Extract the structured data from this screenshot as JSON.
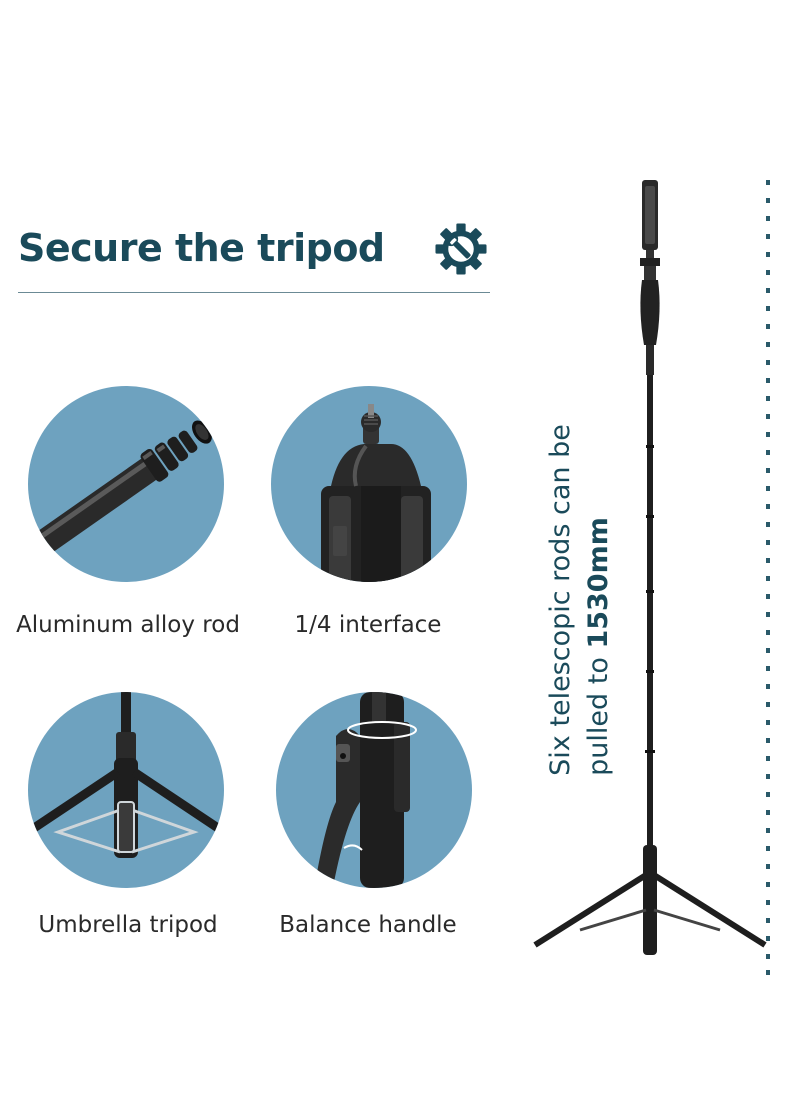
{
  "title": "Secure the tripod",
  "icons": {
    "settings": "gear-wrench-icon"
  },
  "features": [
    {
      "label": "Aluminum alloy rod",
      "icon": "telescopic-rod-image"
    },
    {
      "label": "1/4 interface",
      "icon": "phone-clamp-mount-image"
    },
    {
      "label": "Umbrella tripod",
      "icon": "tripod-legs-image"
    },
    {
      "label": "Balance handle",
      "icon": "balance-handle-image"
    }
  ],
  "vertical_note": {
    "line1": "Six telescopic rods can be",
    "line2_prefix": "pulled to ",
    "line2_bold": "1530mm"
  },
  "colors": {
    "title": "#1a4a5a",
    "circle": "#6ea2bf",
    "ruler": "#2a5a6a"
  }
}
